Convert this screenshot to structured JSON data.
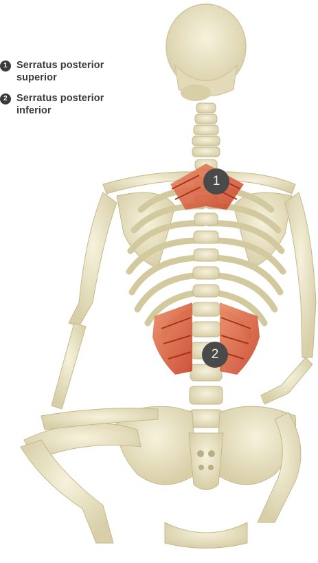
{
  "legend": {
    "items": [
      {
        "number": "1",
        "label_line1": "Serratus posterior",
        "label_line2": "superior"
      },
      {
        "number": "2",
        "label_line1": "Serratus posterior",
        "label_line2": "inferior"
      }
    ]
  },
  "markers": {
    "superior_number": "1",
    "inferior_number": "2"
  },
  "colors": {
    "bone": "#ece6c8",
    "bone_shadow": "#c9c09a",
    "muscle": "#d4573a",
    "muscle_light": "#e98a63",
    "marker": "#4a4a4a"
  }
}
